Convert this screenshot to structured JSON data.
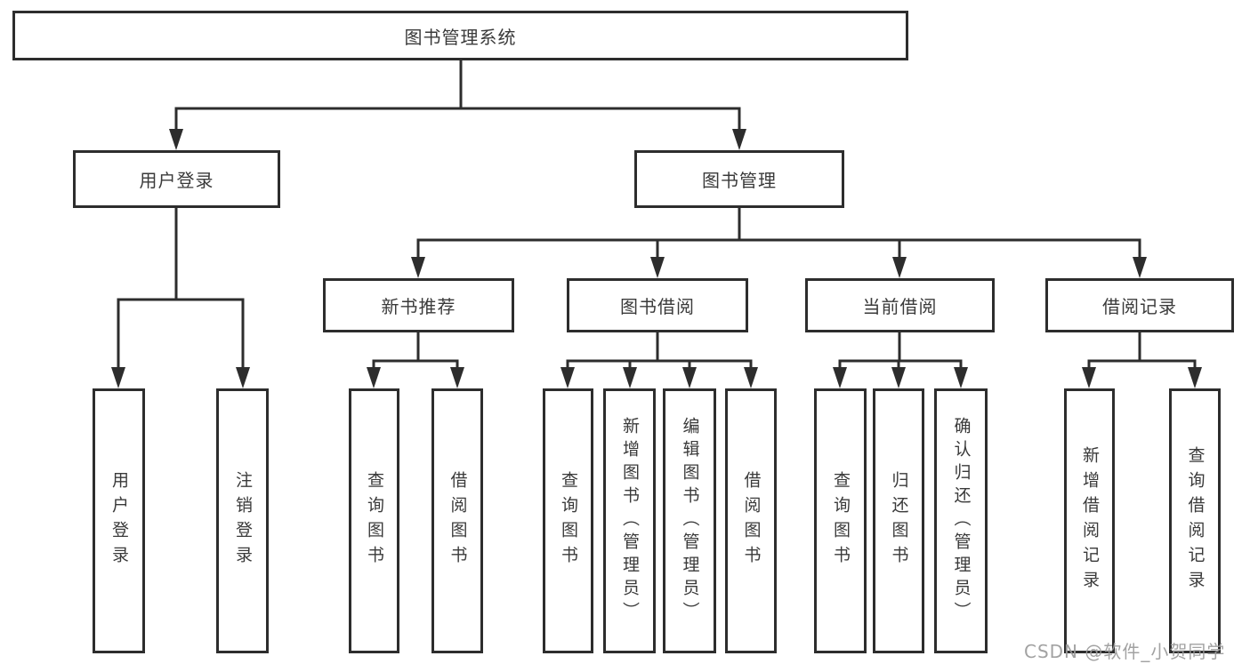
{
  "diagram": {
    "watermark": "CSDN @软件_小贺同学",
    "colors": {
      "background": "#ffffff",
      "line": "#2d2d2d",
      "box_border": "#2d2d2d",
      "text": "#3a3a3a",
      "watermark": "#9a9a9a"
    },
    "nodes": {
      "root": {
        "label": "图书管理系统"
      },
      "user_login": {
        "label": "用户登录"
      },
      "book_mgmt": {
        "label": "图书管理"
      },
      "new_book_rec": {
        "label": "新书推荐"
      },
      "book_borrow": {
        "label": "图书借阅"
      },
      "current_borrow": {
        "label": "当前借阅"
      },
      "borrow_records": {
        "label": "借阅记录"
      },
      "ul_login": {
        "label": "用户登录"
      },
      "ul_logout": {
        "label": "注销登录"
      },
      "nr_query": {
        "label": "查询图书"
      },
      "nr_borrow": {
        "label": "借阅图书"
      },
      "bb_query": {
        "label": "查询图书"
      },
      "bb_add": {
        "label": "新增图书（管理员）"
      },
      "bb_edit": {
        "label": "编辑图书（管理员）"
      },
      "bb_borrow": {
        "label": "借阅图书"
      },
      "cb_query": {
        "label": "查询图书"
      },
      "cb_return": {
        "label": "归还图书"
      },
      "cb_confirm": {
        "label": "确认归还（管理员）"
      },
      "br_add": {
        "label": "新增借阅记录"
      },
      "br_query": {
        "label": "查询借阅记录"
      }
    },
    "structure": {
      "图书管理系统": [
        "用户登录",
        "图书管理"
      ],
      "用户登录": [
        "用户登录",
        "注销登录"
      ],
      "图书管理": [
        "新书推荐",
        "图书借阅",
        "当前借阅",
        "借阅记录"
      ],
      "新书推荐": [
        "查询图书",
        "借阅图书"
      ],
      "图书借阅": [
        "查询图书",
        "新增图书（管理员）",
        "编辑图书（管理员）",
        "借阅图书"
      ],
      "当前借阅": [
        "查询图书",
        "归还图书",
        "确认归还（管理员）"
      ],
      "借阅记录": [
        "新增借阅记录",
        "查询借阅记录"
      ]
    }
  }
}
